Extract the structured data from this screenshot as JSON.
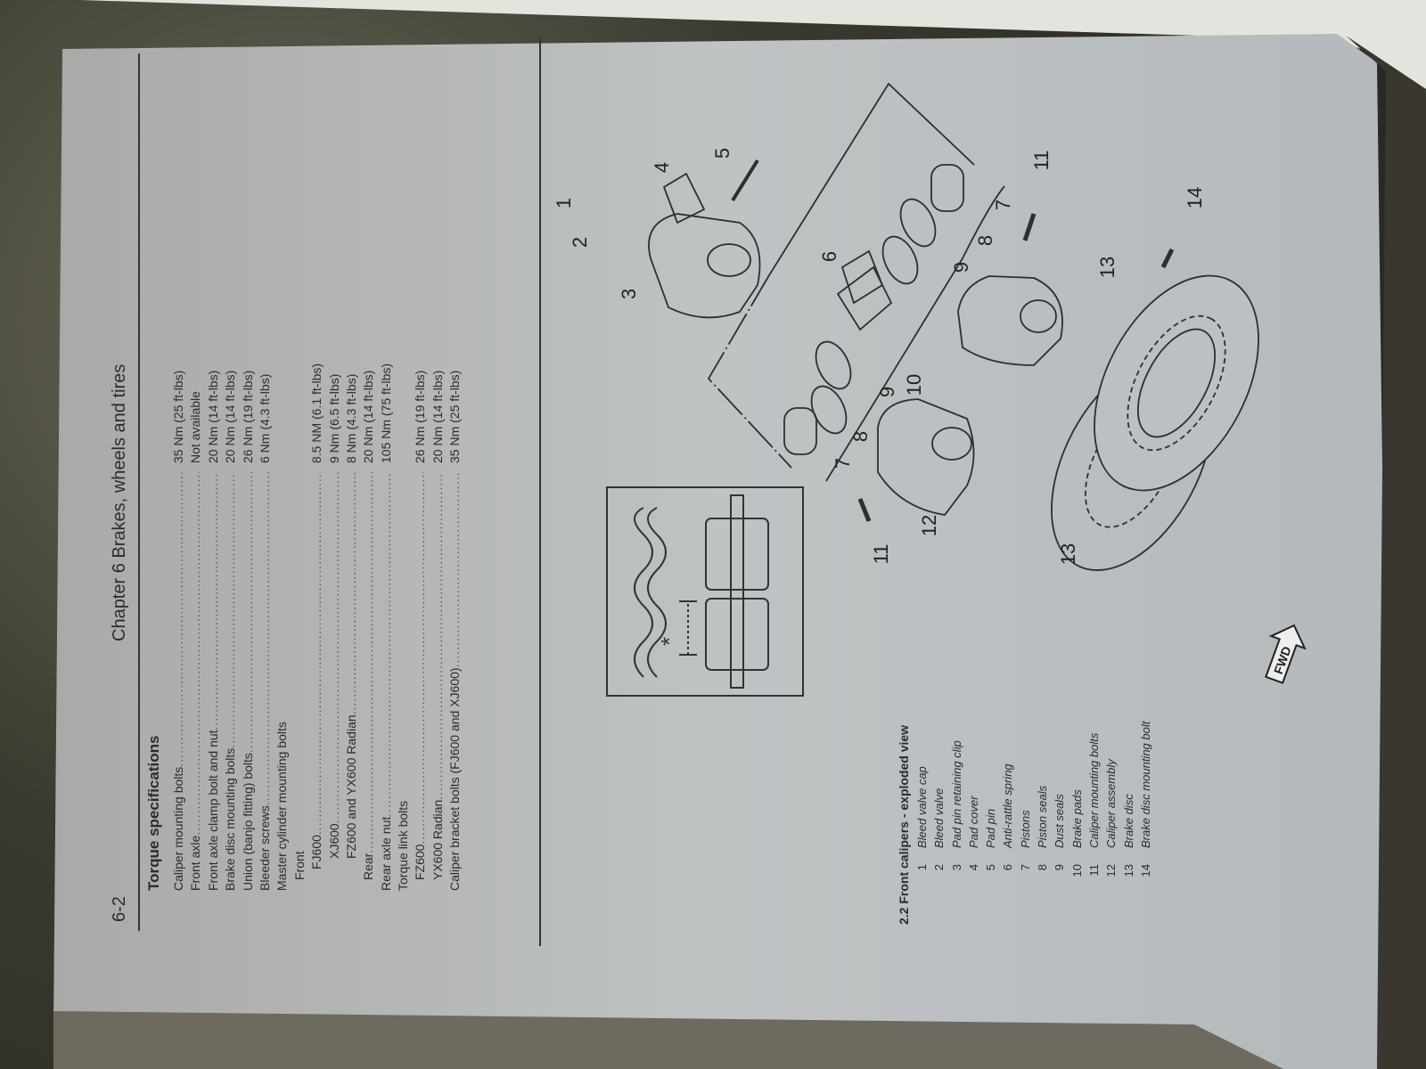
{
  "header": {
    "page_number": "6-2",
    "chapter_title": "Chapter 6   Brakes, wheels and tires"
  },
  "torque": {
    "heading": "Torque specifications",
    "rows": [
      {
        "label": "Caliper mounting bolts",
        "value": "35 Nm (25 ft-lbs)",
        "indent": 0,
        "dots": true
      },
      {
        "label": "Front axle",
        "value": "Not available",
        "indent": 0,
        "dots": true
      },
      {
        "label": "Front axle clamp bolt and nut",
        "value": "20 Nm (14 ft-lbs)",
        "indent": 0,
        "dots": true
      },
      {
        "label": "Brake disc mounting bolts",
        "value": "20 Nm (14 ft-lbs)",
        "indent": 0,
        "dots": true
      },
      {
        "label": "Union (banjo fitting) bolts",
        "value": "26 Nm (19 ft-lbs)",
        "indent": 0,
        "dots": true
      },
      {
        "label": "Bleeder screws",
        "value": "6 Nm (4.3 ft-lbs)",
        "indent": 0,
        "dots": true
      },
      {
        "label": "Master cylinder mounting bolts",
        "value": "",
        "indent": 0,
        "dots": false
      },
      {
        "label": "Front",
        "value": "",
        "indent": 1,
        "dots": false
      },
      {
        "label": "FJ600",
        "value": "8.5 NM (6.1 ft-lbs)",
        "indent": 2,
        "dots": true
      },
      {
        "label": "XJ600",
        "value": "9 Nm (6.5 ft-lbs)",
        "indent": 3,
        "dots": true
      },
      {
        "label": "FZ600 and YX600 Radian",
        "value": "8 Nm (4.3 ft-lbs)",
        "indent": 3,
        "dots": true
      },
      {
        "label": "Rear",
        "value": "20 Nm (14 ft-lbs)",
        "indent": 1,
        "dots": true
      },
      {
        "label": "Rear axle nut",
        "value": "105 Nm (75 ft-lbs)",
        "indent": 0,
        "dots": true
      },
      {
        "label": "Torque link bolts",
        "value": "",
        "indent": 0,
        "dots": false
      },
      {
        "label": "FZ600",
        "value": "26 Nm (19 ft-lbs)",
        "indent": 1,
        "dots": true
      },
      {
        "label": "YX600 Radian",
        "value": "20 Nm (14 ft-lbs)",
        "indent": 1,
        "dots": true
      },
      {
        "label": "Caliper bracket bolts (FJ600 and XJ600)",
        "value": "35 Nm (25 ft-lbs)",
        "indent": 0,
        "dots": true
      }
    ]
  },
  "figure": {
    "caption": "2.2 Front calipers  - exploded view",
    "legend": [
      {
        "n": "1",
        "text": "Bleed valve cap"
      },
      {
        "n": "2",
        "text": "Bleed valve"
      },
      {
        "n": "3",
        "text": "Pad pin retaining clip"
      },
      {
        "n": "4",
        "text": "Pad cover"
      },
      {
        "n": "5",
        "text": "Pad pin"
      },
      {
        "n": "6",
        "text": "Anti-rattle spring"
      },
      {
        "n": "7",
        "text": "Pistons"
      },
      {
        "n": "8",
        "text": "Piston seals"
      },
      {
        "n": "9",
        "text": "Dust seals"
      },
      {
        "n": "10",
        "text": "Brake pads"
      },
      {
        "n": "11",
        "text": "Caliper mounting bolts"
      },
      {
        "n": "12",
        "text": "Caliper assembly"
      },
      {
        "n": "13",
        "text": "Brake disc"
      },
      {
        "n": "14",
        "text": "Brake disc mounting bolt"
      }
    ],
    "callouts": [
      "1",
      "2",
      "3",
      "4",
      "5",
      "6",
      "7",
      "8",
      "9",
      "10",
      "11",
      "12",
      "13",
      "13",
      "14",
      "11",
      "9",
      "8",
      "7"
    ],
    "insert_mark": "*",
    "fwd_label": "FWD"
  }
}
